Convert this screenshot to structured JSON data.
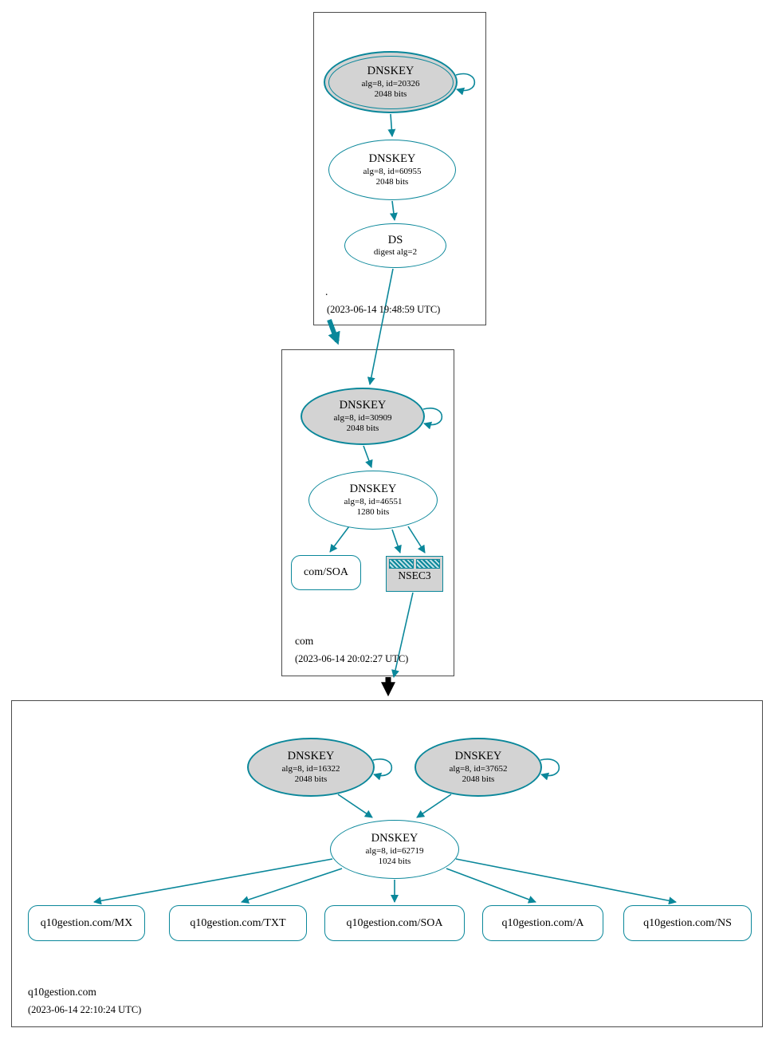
{
  "colors": {
    "teal": "#0a879a",
    "node_fill": "#d3d3d3",
    "black": "#000000"
  },
  "zones": {
    "root": {
      "label": ".",
      "timestamp": "(2023-06-14 19:48:59 UTC)",
      "ksk": {
        "title": "DNSKEY",
        "line1": "alg=8, id=20326",
        "line2": "2048 bits"
      },
      "zsk": {
        "title": "DNSKEY",
        "line1": "alg=8, id=60955",
        "line2": "2048 bits"
      },
      "ds": {
        "title": "DS",
        "line1": "digest alg=2"
      }
    },
    "com": {
      "label": "com",
      "timestamp": "(2023-06-14 20:02:27 UTC)",
      "ksk": {
        "title": "DNSKEY",
        "line1": "alg=8, id=30909",
        "line2": "2048 bits"
      },
      "zsk": {
        "title": "DNSKEY",
        "line1": "alg=8, id=46551",
        "line2": "1280 bits"
      },
      "soa": {
        "label": "com/SOA"
      },
      "nsec3": {
        "label": "NSEC3"
      }
    },
    "q10gestion": {
      "label": "q10gestion.com",
      "timestamp": "(2023-06-14 22:10:24 UTC)",
      "ksk1": {
        "title": "DNSKEY",
        "line1": "alg=8, id=16322",
        "line2": "2048 bits"
      },
      "ksk2": {
        "title": "DNSKEY",
        "line1": "alg=8, id=37652",
        "line2": "2048 bits"
      },
      "zsk": {
        "title": "DNSKEY",
        "line1": "alg=8, id=62719",
        "line2": "1024 bits"
      },
      "rrsets": [
        {
          "label": "q10gestion.com/MX"
        },
        {
          "label": "q10gestion.com/TXT"
        },
        {
          "label": "q10gestion.com/SOA"
        },
        {
          "label": "q10gestion.com/A"
        },
        {
          "label": "q10gestion.com/NS"
        }
      ]
    }
  }
}
